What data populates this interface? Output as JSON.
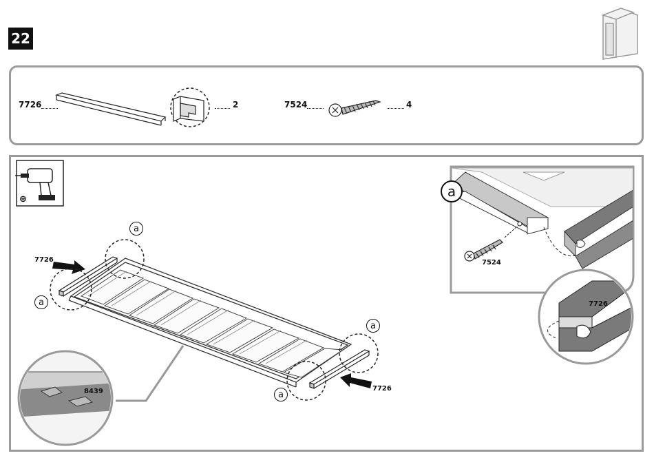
{
  "step_number": "22",
  "parts": [
    {
      "part_number": "7726",
      "quantity": "2",
      "icon": "rail-profile-icon"
    },
    {
      "part_number": "7524",
      "quantity": "4",
      "icon": "screw-icon"
    }
  ],
  "tool": {
    "icon": "power-drill-icon",
    "mode": "⊕"
  },
  "main_labels": {
    "rail_left": "7726",
    "rail_right": "7726",
    "zoom_part": "8439",
    "callout_letter": "a"
  },
  "detail": {
    "callout_letter": "a",
    "screw_label": "7524",
    "rail_label": "7726"
  },
  "colors": {
    "panel_border": "#9a9a9a",
    "rail_fill": "#7a7a7a",
    "ink": "#111111"
  }
}
